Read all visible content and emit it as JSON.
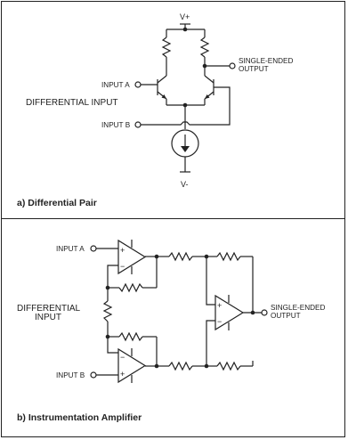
{
  "panel_a": {
    "vplus": "V+",
    "vminus": "V-",
    "input_a": "INPUT A",
    "input_b": "INPUT B",
    "diff_input": "DIFFERENTIAL INPUT",
    "output_line1": "SINGLE-ENDED",
    "output_line2": "OUTPUT",
    "caption": "a)  Differential Pair"
  },
  "panel_b": {
    "input_a": "INPUT A",
    "input_b": "INPUT B",
    "diff_line1": "DIFFERENTIAL",
    "diff_line2": "INPUT",
    "output_line1": "SINGLE-ENDED",
    "output_line2": "OUTPUT",
    "caption": "b)  Instrumentation Amplifier",
    "plus": "+",
    "minus": "−"
  }
}
